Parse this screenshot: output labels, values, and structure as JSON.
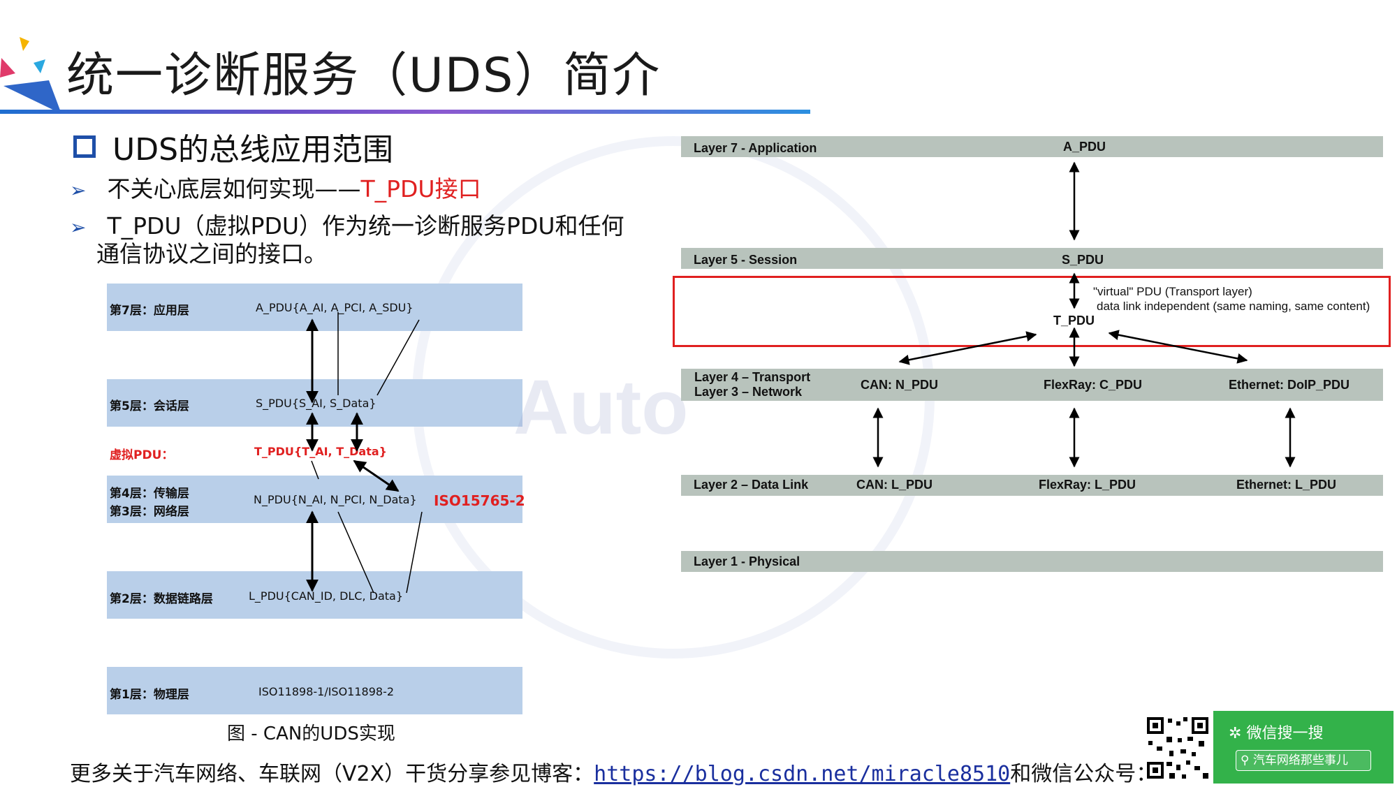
{
  "title": "统一诊断服务（UDS）简介",
  "heading": "UDS的总线应用范围",
  "bullets": {
    "b1_prefix": "不关心底层如何实现——",
    "b1_red": "T_PDU接口",
    "b2_line1": "T_PDU（虚拟PDU）作为统一诊断服务PDU和任何",
    "b2_line2": "通信协议之间的接口。"
  },
  "left_diagram": {
    "caption": "图 - CAN的UDS实现",
    "layers": [
      {
        "label": "第7层：应用层",
        "pdu": "A_PDU{A_AI, A_PCI, A_SDU}"
      },
      {
        "label": "第5层：会话层",
        "pdu": "S_PDU{S_AI, S_Data}"
      },
      {
        "label": "虚拟PDU：",
        "pdu": "T_PDU{T_AI, T_Data}"
      },
      {
        "label": "第4层：传输层",
        "label2": "第3层：网络层",
        "pdu": "N_PDU{N_AI, N_PCI, N_Data}",
        "standard": "ISO15765-2"
      },
      {
        "label": "第2层：数据链路层",
        "pdu": "L_PDU{CAN_ID, DLC, Data}"
      },
      {
        "label": "第1层：物理层",
        "pdu": "ISO11898-1/ISO11898-2"
      }
    ]
  },
  "right_diagram": {
    "layer7": {
      "name": "Layer 7 - Application",
      "pdu": "A_PDU"
    },
    "layer5": {
      "name": "Layer 5 - Session",
      "pdu": "S_PDU"
    },
    "virtual": {
      "note1": "\"virtual\" PDU (Transport layer)",
      "note2": "data link independent (same naming, same content)",
      "pdu": "T_PDU"
    },
    "layer43": {
      "name1": "Layer 4 – Transport",
      "name2": "Layer 3 – Network",
      "can": "CAN:  N_PDU",
      "flexray": "FlexRay:  C_PDU",
      "ethernet": "Ethernet:  DoIP_PDU"
    },
    "layer2": {
      "name": "Layer 2 – Data Link",
      "can": "CAN:  L_PDU",
      "flexray": "FlexRay:  L_PDU",
      "ethernet": "Ethernet:  L_PDU"
    },
    "layer1": {
      "name": "Layer 1 - Physical"
    }
  },
  "footer": {
    "prefix": "更多关于汽车网络、车联网（V2X）干货分享参见博客：",
    "link": "https://blog.csdn.net/miracle8510",
    "suffix": "和微信公众号："
  },
  "wechat": {
    "label": "微信搜一搜",
    "search": "汽车网络那些事儿"
  },
  "colors": {
    "accent": "#1e4fa8",
    "red": "#e02020",
    "band_left": "#b9cfe9",
    "band_right": "#b8c3bc",
    "wechat_green": "#33b24a"
  }
}
